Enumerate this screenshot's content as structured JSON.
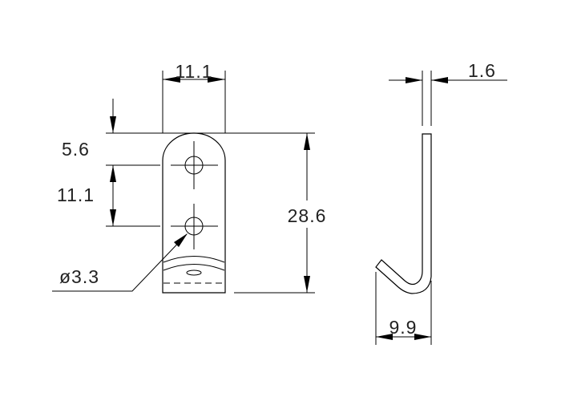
{
  "drawing": {
    "front_view": {
      "width_dim": "11.1",
      "top_to_hole_dim": "5.6",
      "hole_spacing_dim": "11.1",
      "overall_height_dim": "28.6",
      "hole_diameter_dim": "ø3.3"
    },
    "side_view": {
      "thickness_dim": "1.6",
      "hook_depth_dim": "9.9"
    }
  }
}
